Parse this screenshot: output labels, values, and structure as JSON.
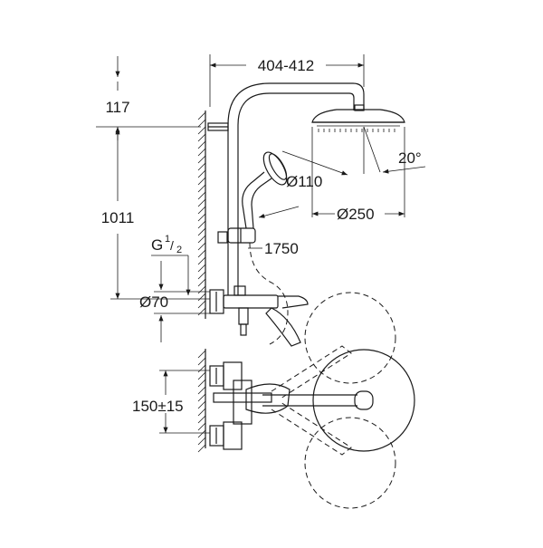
{
  "dimensions": {
    "width_total": "404-412",
    "top_offset": "117",
    "height_total": "1011",
    "thread_g": "G",
    "thread_num": "1",
    "thread_den": "2",
    "rosette_dia": "Ø70",
    "hand_shower_dia": "Ø110",
    "head_shower_dia": "Ø250",
    "hose_length": "1750",
    "tilt_angle": "20°",
    "inlet_spacing": "150±15"
  },
  "colors": {
    "line": "#1a1a1a",
    "background": "#ffffff"
  }
}
